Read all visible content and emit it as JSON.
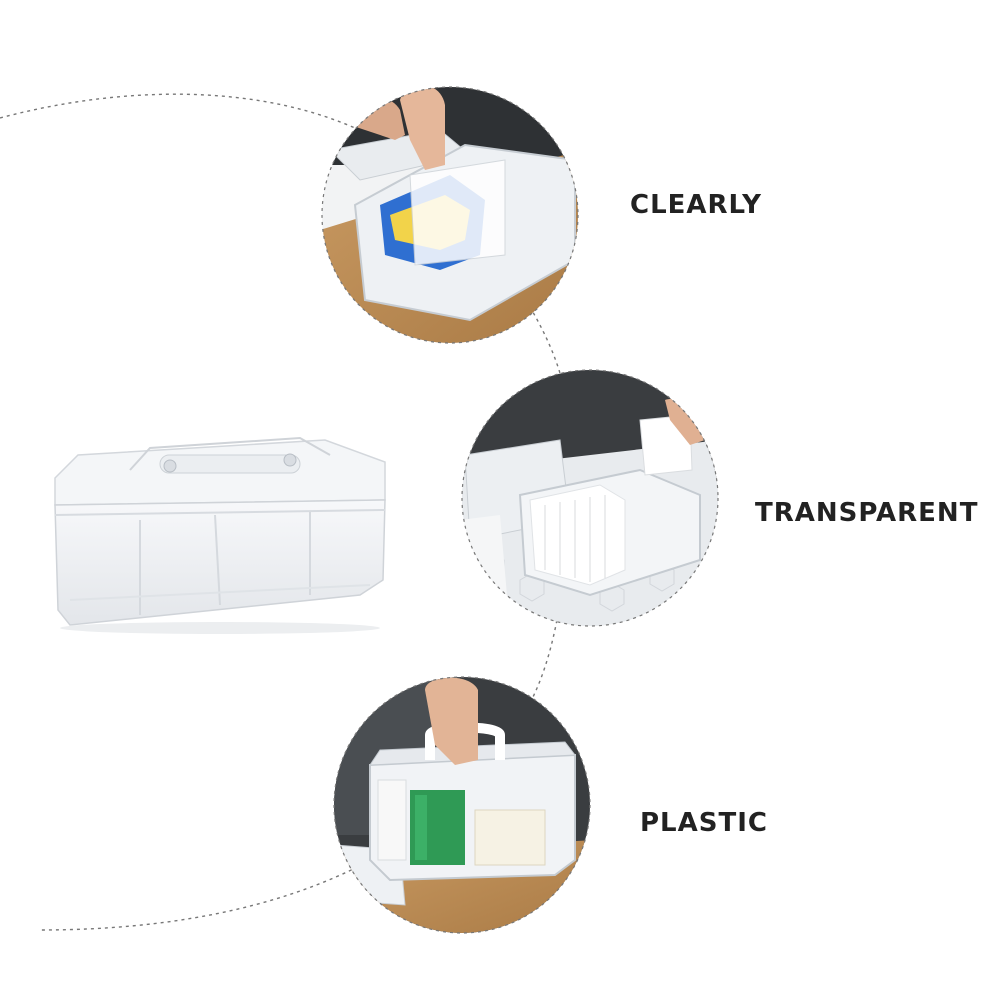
{
  "features": [
    {
      "label": "CLEARLY",
      "photo": "hand-lifting-divider-from-clear-box"
    },
    {
      "label": "TRANSPARENT",
      "photo": "cotton-swabs-in-clear-box"
    },
    {
      "label": "PLASTIC",
      "photo": "hand-carrying-clear-box-by-handle"
    }
  ],
  "product": "clear-plastic-storage-box-with-lid-and-dividers",
  "colors": {
    "text": "#222222",
    "dotted_line": "#777777",
    "wood": "#b98b55",
    "dark_wall": "#3a3d40",
    "box_plastic": "#eef1f4"
  }
}
